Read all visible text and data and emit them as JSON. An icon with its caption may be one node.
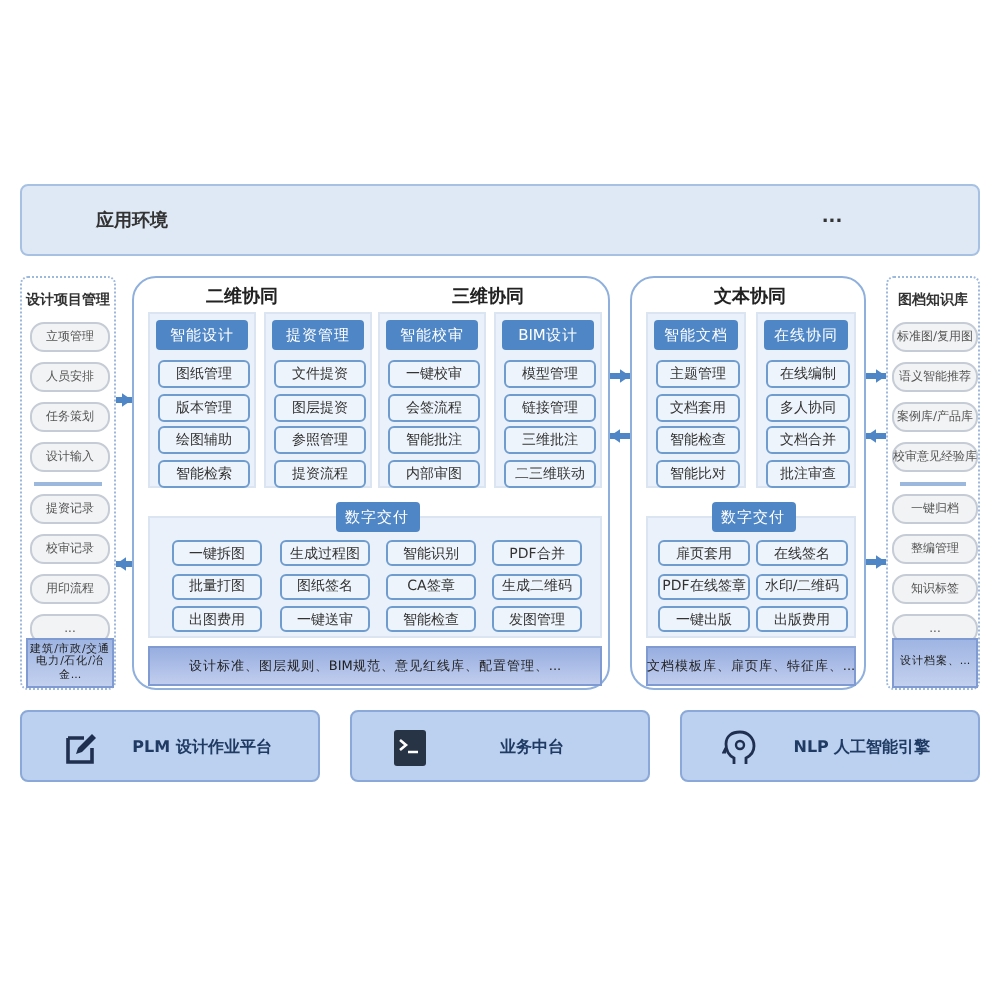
{
  "diagram": {
    "nodes": [
      {
        "text": [
          "应用环境",
          "..."
        ]
      },
      {
        "text": [
          "设计项目管理"
        ]
      },
      {
        "text": [
          "立项管理"
        ],
        "in": 1
      },
      {
        "text": [
          "人员安排"
        ],
        "in": 1
      },
      {
        "text": [
          "任务策划"
        ],
        "in": 1
      },
      {
        "text": [
          "设计输入"
        ],
        "in": 1
      },
      {
        "text": [
          "提资记录"
        ],
        "in": 1
      },
      {
        "text": [
          "校审记录"
        ],
        "in": 1
      },
      {
        "text": [
          "用印流程"
        ],
        "in": 1
      },
      {
        "text": [
          "..."
        ],
        "in": 1
      },
      {
        "text": [
          "建筑/市政/交通电力/石化/冶金..."
        ],
        "in": 1
      },
      {
        "text": [
          "二维协同",
          "三维协同"
        ]
      },
      {
        "text": [
          "智能设计"
        ],
        "in": 11
      },
      {
        "text": [
          "图纸管理"
        ],
        "in": 12
      },
      {
        "text": [
          "版本管理"
        ],
        "in": 12
      },
      {
        "text": [
          "绘图辅助"
        ],
        "in": 12
      },
      {
        "text": [
          "智能检索"
        ],
        "in": 12
      },
      {
        "text": [
          "提资管理"
        ],
        "in": 11
      },
      {
        "text": [
          "文件提资"
        ],
        "in": 17
      },
      {
        "text": [
          "图层提资"
        ],
        "in": 17
      },
      {
        "text": [
          "参照管理"
        ],
        "in": 17
      },
      {
        "text": [
          "提资流程"
        ],
        "in": 17
      },
      {
        "text": [
          "智能校审"
        ],
        "in": 11
      },
      {
        "text": [
          "一键校审"
        ],
        "in": 22
      },
      {
        "text": [
          "会签流程"
        ],
        "in": 22
      },
      {
        "text": [
          "智能批注"
        ],
        "in": 22
      },
      {
        "text": [
          "内部审图"
        ],
        "in": 22
      },
      {
        "text": [
          "BIM设计"
        ],
        "in": 11
      },
      {
        "text": [
          "模型管理"
        ],
        "in": 27
      },
      {
        "text": [
          "链接管理"
        ],
        "in": 27
      },
      {
        "text": [
          "三维批注"
        ],
        "in": 27
      },
      {
        "text": [
          "二三维联动"
        ],
        "in": 27
      },
      {
        "text": [
          "数字交付"
        ],
        "in": 11
      },
      {
        "text": [
          "一键拆图"
        ],
        "in": 32
      },
      {
        "text": [
          "生成过程图"
        ],
        "in": 32
      },
      {
        "text": [
          "智能识别"
        ],
        "in": 32
      },
      {
        "text": [
          "PDF合并"
        ],
        "in": 32
      },
      {
        "text": [
          "批量打图"
        ],
        "in": 32
      },
      {
        "text": [
          "图纸签名"
        ],
        "in": 32
      },
      {
        "text": [
          "CA签章"
        ],
        "in": 32
      },
      {
        "text": [
          "生成二维码"
        ],
        "in": 32
      },
      {
        "text": [
          "出图费用"
        ],
        "in": 32
      },
      {
        "text": [
          "一键送审"
        ],
        "in": 32
      },
      {
        "text": [
          "智能检查"
        ],
        "in": 32
      },
      {
        "text": [
          "发图管理"
        ],
        "in": 32
      },
      {
        "text": [
          "设计标准、图层规则、BIM规范、意见红线库、配置管理、..."
        ],
        "in": 11
      },
      {
        "text": [
          "文本协同"
        ]
      },
      {
        "text": [
          "智能文档"
        ],
        "in": 46
      },
      {
        "text": [
          "主题管理"
        ],
        "in": 47
      },
      {
        "text": [
          "文档套用"
        ],
        "in": 47
      },
      {
        "text": [
          "智能检查"
        ],
        "in": 47
      },
      {
        "text": [
          "智能比对"
        ],
        "in": 47
      },
      {
        "text": [
          "在线协同"
        ],
        "in": 46
      },
      {
        "text": [
          "在线编制"
        ],
        "in": 52
      },
      {
        "text": [
          "多人协同"
        ],
        "in": 52
      },
      {
        "text": [
          "文档合并"
        ],
        "in": 52
      },
      {
        "text": [
          "批注审查"
        ],
        "in": 52
      },
      {
        "text": [
          "数字交付"
        ],
        "in": 46
      },
      {
        "text": [
          "扉页套用"
        ],
        "in": 57
      },
      {
        "text": [
          "在线签名"
        ],
        "in": 57
      },
      {
        "text": [
          "PDF在线签章"
        ],
        "in": 57
      },
      {
        "text": [
          "水印/二维码"
        ],
        "in": 57
      },
      {
        "text": [
          "一键出版"
        ],
        "in": 57
      },
      {
        "text": [
          "出版费用"
        ],
        "in": 57
      },
      {
        "text": [
          "文档模板库、扉页库、特征库、..."
        ],
        "in": 46
      },
      {
        "text": [
          "图档知识库"
        ]
      },
      {
        "text": [
          "标准图/复用图"
        ],
        "in": 65
      },
      {
        "text": [
          "语义智能推荐"
        ],
        "in": 65
      },
      {
        "text": [
          "案例库/产品库"
        ],
        "in": 65
      },
      {
        "text": [
          "校审意见经验库"
        ],
        "in": 65
      },
      {
        "text": [
          "一键归档"
        ],
        "in": 65
      },
      {
        "text": [
          "整编管理"
        ],
        "in": 65
      },
      {
        "text": [
          "知识标签"
        ],
        "in": 65
      },
      {
        "text": [
          "..."
        ],
        "in": 65
      },
      {
        "text": [
          "设计档案、..."
        ],
        "in": 65
      },
      {
        "text": [
          "PLM 设计作业平台"
        ]
      },
      {
        "text": [
          "业务中台"
        ]
      },
      {
        "text": [
          "NLP 人工智能引擎"
        ]
      }
    ],
    "edges": [
      {
        "from": 1,
        "to": 11,
        "arrow": "to"
      },
      {
        "from": 11,
        "to": 1,
        "arrow": "to"
      },
      {
        "from": 11,
        "to": 46,
        "arrow": "to"
      },
      {
        "from": 46,
        "to": 11,
        "arrow": "to"
      },
      {
        "from": 46,
        "to": 65,
        "arrow": "to"
      },
      {
        "from": 65,
        "to": 46,
        "arrow": "to"
      },
      {
        "from": 46,
        "to": 65,
        "arrow": "to"
      }
    ]
  }
}
